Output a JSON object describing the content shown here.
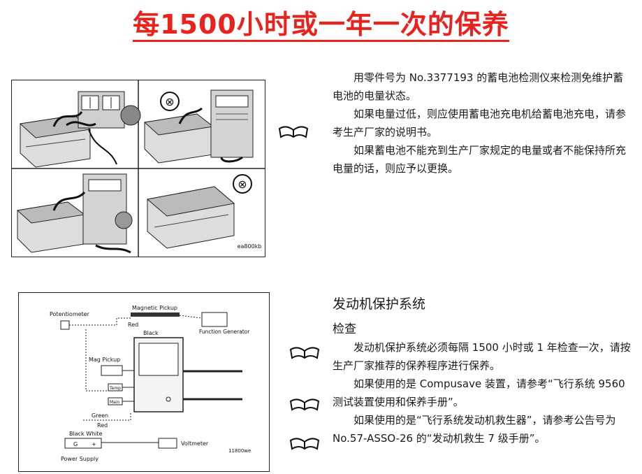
{
  "title": "每1500小时或一年一次的保养",
  "figure1": {
    "code": "ea800kb",
    "no_charge_mark": "⊗"
  },
  "battery_section": {
    "paragraphs": [
      "用零件号为 No.3377193 的蓄电池检测仪来检测免维护蓄电池的电量状态。",
      "如果电量过低，则应使用蓄电池充电机给蓄电池充电，请参考生产厂家的说明书。",
      "如果蓄电池不能充到生产厂家规定的电量或者不能保持所充电量的话，则应予以更换。"
    ]
  },
  "figure2": {
    "potentiometer": "Potentiometer",
    "magnetic_pickup": "Magnetic Pickup",
    "red": "Red",
    "black": "Black",
    "function_generator": "Function Generator",
    "mag_pickup": "Mag Pickup",
    "temp": "Temp",
    "main": "Main",
    "green": "Green",
    "red2": "Red",
    "black_white": "Black White",
    "g": "G",
    "plus": "+",
    "voltmeter": "Voltmeter",
    "power_supply": "Power Supply",
    "code": "11800we"
  },
  "engine_section": {
    "heading": "发动机保护系统",
    "subheading": "检查",
    "paragraphs": [
      "发动机保护系统必须每隔 1500 小时或 1 年检查一次，请按生产厂家推荐的保养程序进行保养。",
      "如果使用的是 Compusave 装置，请参考“飞行系统 9560 测试装置使用和保养手册”。",
      "如果使用的是“飞行系统发动机救生器”，请参考公告号为 No.57-ASSO-26 的“发动机救生 7 级手册”。"
    ]
  },
  "colors": {
    "title": "#e8221d",
    "text": "#1a1a1a"
  },
  "icons": [
    "open-book-icon",
    "open-book-icon",
    "open-book-icon",
    "open-book-icon",
    "open-book-icon"
  ]
}
